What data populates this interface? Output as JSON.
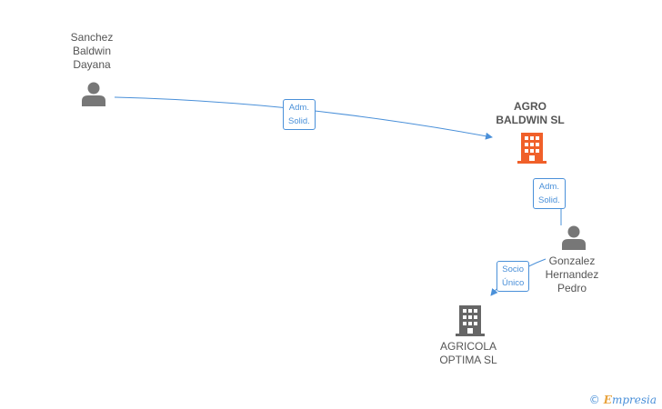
{
  "nodes": {
    "person_sanchez": {
      "label": "Sanchez\nBaldwin\nDayana",
      "icon": "person-icon"
    },
    "company_agro": {
      "label": "AGRO\nBALDWIN  SL",
      "icon": "building-icon",
      "color": "#f0602a"
    },
    "person_gonzalez": {
      "label": "Gonzalez\nHernandez\nPedro",
      "icon": "person-icon"
    },
    "company_agricola": {
      "label": "AGRICOLA\nOPTIMA  SL",
      "icon": "building-icon",
      "color": "#666666"
    }
  },
  "relations": [
    {
      "label": "Adm.\nSolid."
    },
    {
      "label": "Adm.\nSolid."
    },
    {
      "label": "Socio\nÚnico"
    }
  ],
  "colors": {
    "edge": "#4a90d9",
    "person": "#777777"
  },
  "watermark": {
    "copyright": "©",
    "brand_initial": "E",
    "brand_rest": "mpresia"
  }
}
